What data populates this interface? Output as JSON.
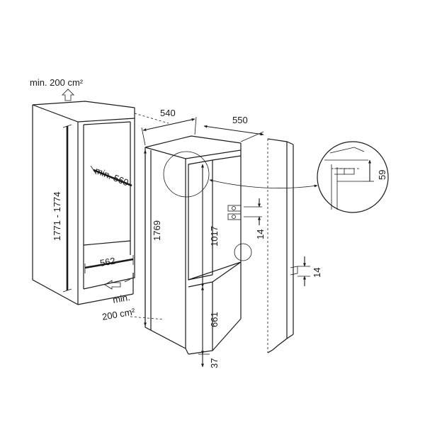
{
  "colors": {
    "line": "#1a1a1a",
    "background": "#ffffff"
  },
  "niche": {
    "vent_top": "min. 200 cm²",
    "height_range": "1771 - 1774",
    "depth_min": "min. 560",
    "width": "562",
    "vent_bottom_line1": "min.",
    "vent_bottom_line2": "200 cm²"
  },
  "appliance": {
    "width": "540",
    "depth": "550",
    "height": "1769",
    "door_upper": "1017",
    "door_lower": "661",
    "base_offset": "37",
    "hinge_gap": "14"
  },
  "detail": {
    "top_gap": "59",
    "side_gap": "14"
  }
}
